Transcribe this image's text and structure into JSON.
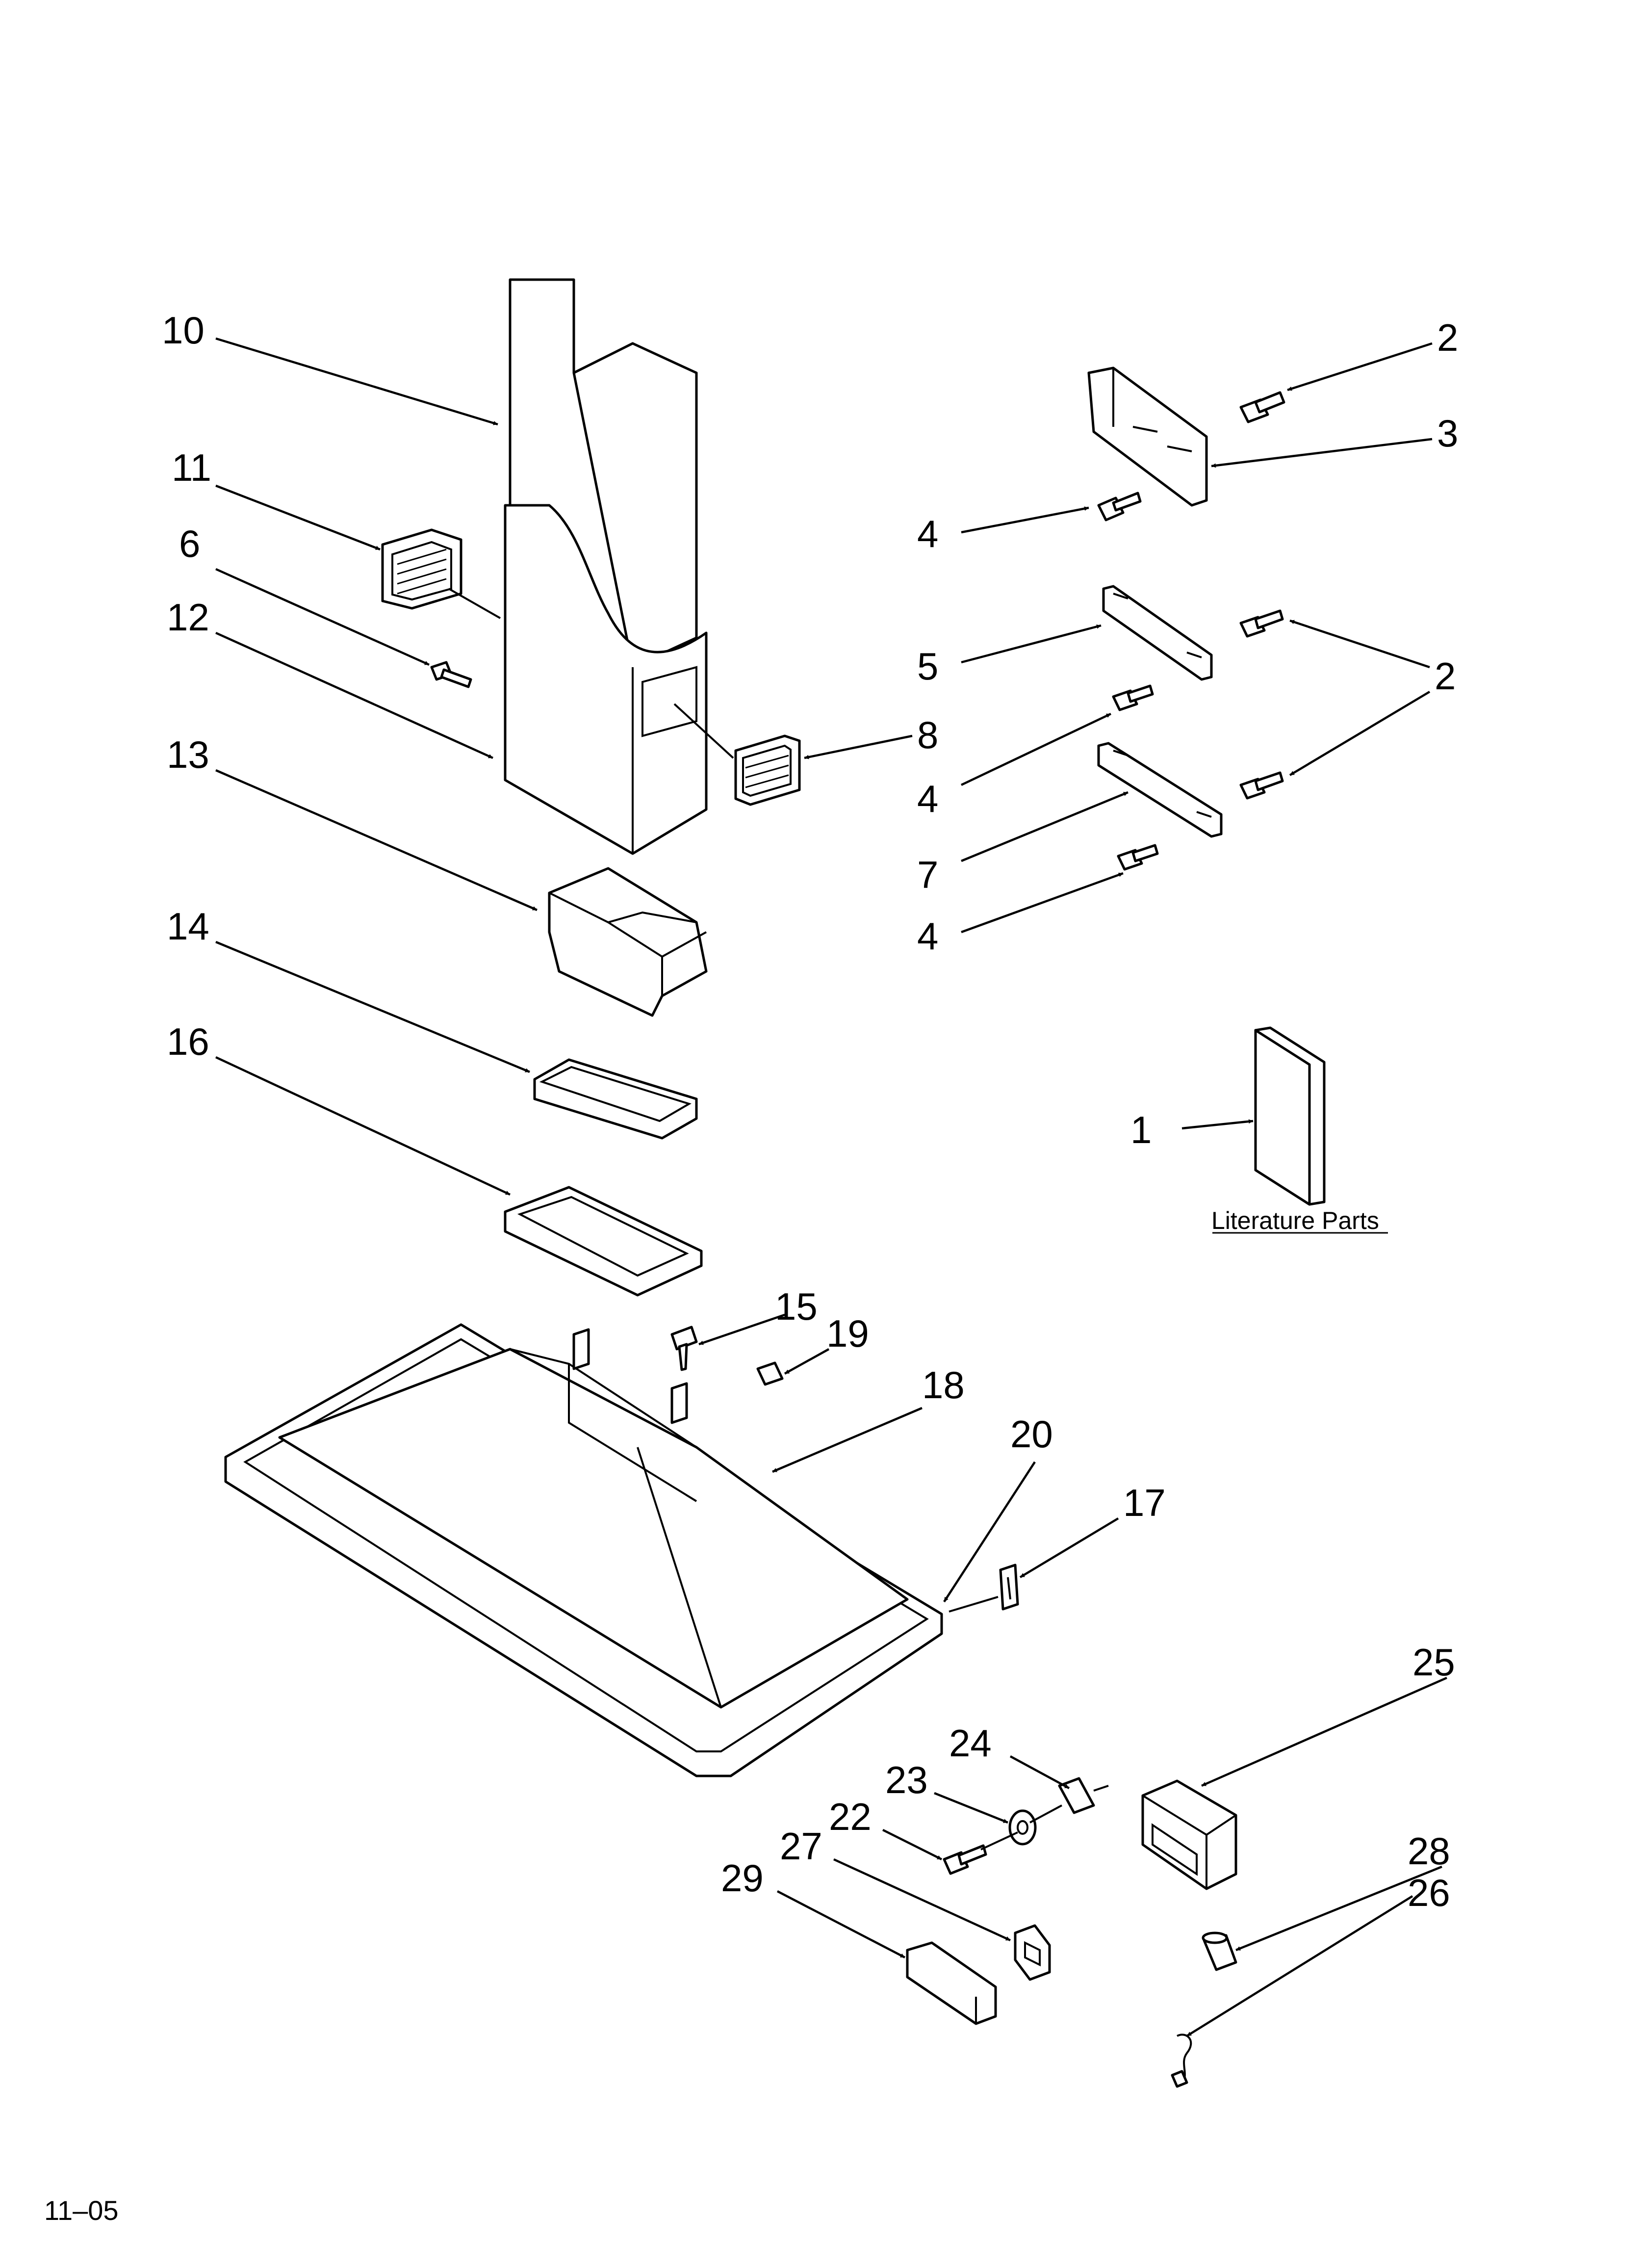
{
  "diagram": {
    "literature_caption": "Literature Parts",
    "footer_code": "11–05",
    "callouts": [
      {
        "id": "c10",
        "label": "10"
      },
      {
        "id": "c11",
        "label": "11"
      },
      {
        "id": "c6",
        "label": "6"
      },
      {
        "id": "c12",
        "label": "12"
      },
      {
        "id": "c13",
        "label": "13"
      },
      {
        "id": "c14",
        "label": "14"
      },
      {
        "id": "c16",
        "label": "16"
      },
      {
        "id": "c8",
        "label": "8"
      },
      {
        "id": "c2a",
        "label": "2"
      },
      {
        "id": "c3",
        "label": "3"
      },
      {
        "id": "c4a",
        "label": "4"
      },
      {
        "id": "c5",
        "label": "5"
      },
      {
        "id": "c2b",
        "label": "2"
      },
      {
        "id": "c4b",
        "label": "4"
      },
      {
        "id": "c7",
        "label": "7"
      },
      {
        "id": "c4c",
        "label": "4"
      },
      {
        "id": "c1",
        "label": "1"
      },
      {
        "id": "c15",
        "label": "15"
      },
      {
        "id": "c19",
        "label": "19"
      },
      {
        "id": "c18",
        "label": "18"
      },
      {
        "id": "c20",
        "label": "20"
      },
      {
        "id": "c17",
        "label": "17"
      },
      {
        "id": "c25",
        "label": "25"
      },
      {
        "id": "c24",
        "label": "24"
      },
      {
        "id": "c23",
        "label": "23"
      },
      {
        "id": "c22",
        "label": "22"
      },
      {
        "id": "c27",
        "label": "27"
      },
      {
        "id": "c29",
        "label": "29"
      },
      {
        "id": "c28",
        "label": "28"
      },
      {
        "id": "c26",
        "label": "26"
      }
    ]
  }
}
